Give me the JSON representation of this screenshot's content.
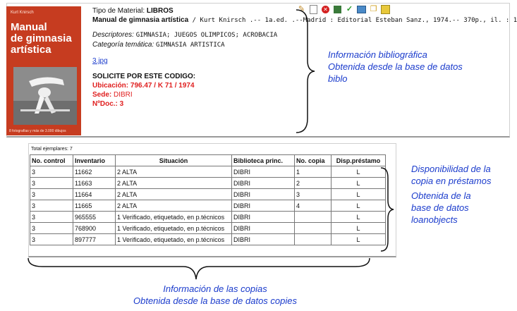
{
  "book": {
    "cover": {
      "author": "Kurt Knirsch",
      "title_line1": "Manual",
      "title_line2": "de gimnasia",
      "title_line3": "artística",
      "footer": "8 fotografías y más de 3.000 dibujos"
    },
    "material_label": "Tipo de Material:",
    "material_value": "LIBROS",
    "title": "Manual de gimnasia artística",
    "citation": " / Kurt Knirsch .-- 1a.ed. .--Madrid : Editorial Esteban Sanz., 1974.-- 370p., il. : 1",
    "descriptors_label": "Descriptores:",
    "descriptors_value": "GIMNASIA; JUEGOS OLIMPICOS; ACROBACIA",
    "category_label": "Categoría temática:",
    "category_value": "GIMNASIA ARTISTICA",
    "image_link": "3.jpg",
    "request_heading": "SOLICITE POR ESTE CODIGO:",
    "ubicacion_label": "Ubicación:",
    "ubicacion_value": "796.47 / K 71 / 1974",
    "sede_label": "Sede:",
    "sede_value": "DIBRI",
    "ndoc_label": "NºDoc.:",
    "ndoc_value": "3"
  },
  "toolbar": {
    "icons": [
      "edit-icon",
      "new-document-icon",
      "delete-icon",
      "save-icon",
      "check-icon",
      "transfer-icon",
      "copy-icon",
      "export-icon"
    ]
  },
  "copies": {
    "total_label": "Total ejemplares: 7",
    "columns": [
      "No. control",
      "Inventario",
      "Situación",
      "Biblioteca princ.",
      "No. copia",
      "Disp.préstamo"
    ],
    "rows": [
      [
        "3",
        "11662",
        "2 ALTA",
        "DIBRI",
        "1",
        "L"
      ],
      [
        "3",
        "11663",
        "2 ALTA",
        "DIBRI",
        "2",
        "L"
      ],
      [
        "3",
        "11664",
        "2 ALTA",
        "DIBRI",
        "3",
        "L"
      ],
      [
        "3",
        "11665",
        "2 ALTA",
        "DIBRI",
        "4",
        "L"
      ],
      [
        "3",
        "965555",
        "1 Verificado, etiquetado, en p.técnicos",
        "DIBRI",
        "",
        "L"
      ],
      [
        "3",
        "768900",
        "1 Verificado, etiquetado, en p.técnicos",
        "DIBRI",
        "",
        "L"
      ],
      [
        "3",
        "897777",
        "1 Verificado, etiquetado, en p.técnicos",
        "DIBRI",
        "",
        "L"
      ]
    ]
  },
  "annotations": {
    "biblio_line1": "Información bibliográfica",
    "biblio_line2": "Obtenida desde la base de datos",
    "biblio_line3": "biblo",
    "loan_line1": "Disponibilidad de la",
    "loan_line2": "copia en préstamos",
    "loan_line3": "Obtenida de la",
    "loan_line4": "base de datos",
    "loan_line5": "loanobjects",
    "copies_line1": "Información de las copias",
    "copies_line2": "Obtenida desde la base de datos copies"
  },
  "colors": {
    "annotation": "#1a3bcc",
    "highlight": "#e02020",
    "cover": "#c63c20"
  }
}
